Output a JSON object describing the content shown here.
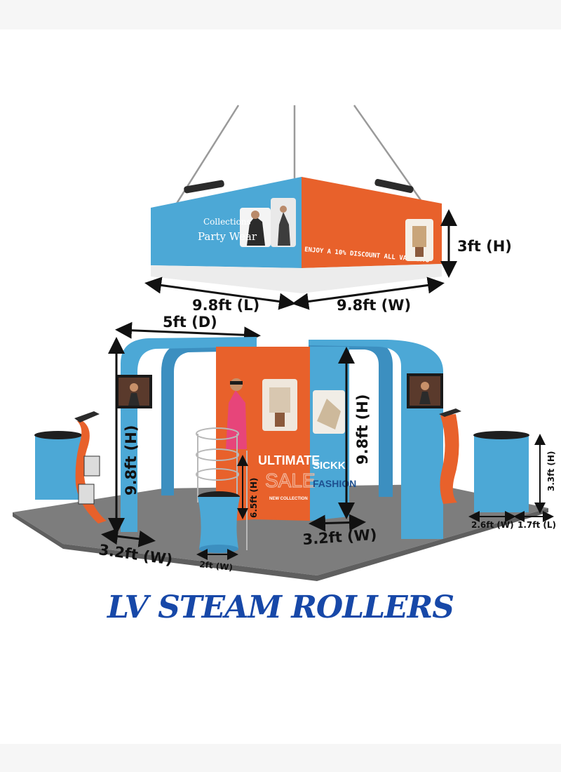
{
  "truss_top": {
    "left_panel": {
      "line1": "Collections",
      "line2": "Party Wear"
    },
    "right_panel": {
      "banner": "ENJOY A 10% DISCOUNT ALL VARIANTS"
    }
  },
  "booth": {
    "panel_sale": {
      "headline": "ULTIMATE",
      "subhead": "SALE",
      "tagline": "NEW COLLECTION"
    },
    "panel_fashion": {
      "line1": "SICKK",
      "line2": "FASHION"
    }
  },
  "dimensions": {
    "truss_height": "3ft (H)",
    "truss_length": "9.8ft (L)",
    "truss_width": "9.8ft (W)",
    "depth": "5ft (D)",
    "left_arch_height": "9.8ft (H)",
    "center_wall_height": "9.8ft (H)",
    "left_arch_width": "3.2ft (W)",
    "center_wall_width": "3.2ft (W)",
    "counter_height": "6.5ft (H)",
    "pedestal_width": "2ft (W)",
    "right_podium_height": "3.3ft (H)",
    "right_podium_width": "2.6ft (W)",
    "right_podium_length": "1.7ft (L)"
  },
  "brand": {
    "name": "LV STEAM ROLLERS"
  },
  "colors": {
    "orange": "#e8612b",
    "blue": "#4ca8d6",
    "floor": "#7d7d7d",
    "brand_blue": "#1748a8"
  }
}
